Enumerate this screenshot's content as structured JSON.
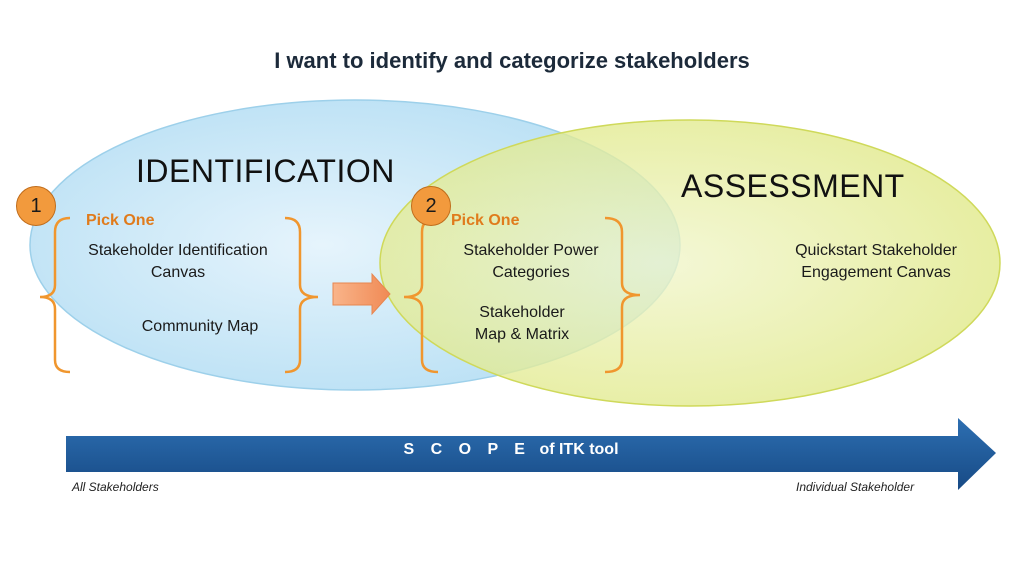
{
  "title": "I want to identify and categorize stakeholders",
  "identification": {
    "heading": "IDENTIFICATION",
    "badge": "1",
    "pick_label": "Pick One",
    "options": [
      "Stakeholder Identification\nCanvas",
      "Community Map"
    ]
  },
  "assessment": {
    "heading": "ASSESSMENT",
    "badge": "2",
    "pick_label": "Pick One",
    "options": [
      "Stakeholder Power\nCategories",
      "Stakeholder\nMap & Matrix"
    ],
    "side_option": "Quickstart Stakeholder\nEngagement Canvas"
  },
  "scope": {
    "letters": "S C O P E",
    "rest": "of ITK tool",
    "left_label": "All Stakeholders",
    "right_label": "Individual Stakeholder"
  },
  "colors": {
    "ident_fill": "#cfe9f7",
    "assess_fill": "#e9ef9c",
    "accent": "#f0962e",
    "arrow": "#1d5a9a"
  },
  "icons": [
    "arrow-right-icon",
    "brace-icon"
  ]
}
